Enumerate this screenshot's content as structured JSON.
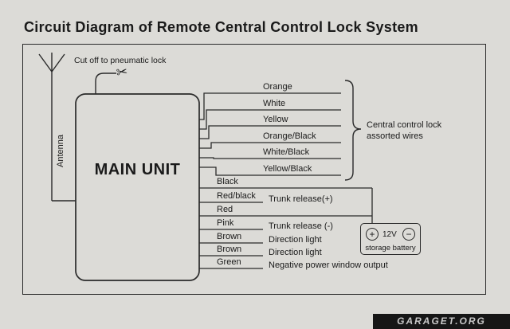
{
  "title": "Circuit Diagram of Remote Central Control Lock System",
  "main_unit": {
    "label": "MAIN UNIT"
  },
  "antenna": {
    "label": "Antenna"
  },
  "pneumatic": {
    "label": "Cut off to pneumatic lock",
    "scissors_icon": "✂"
  },
  "lock_wires": {
    "labels": [
      "Orange",
      "White",
      "Yellow",
      "Orange/Black",
      "White/Black",
      "Yellow/Black"
    ],
    "brace_line1": "Central control lock",
    "brace_line2": "assorted wires"
  },
  "output_wires": [
    {
      "label": "Black"
    },
    {
      "label": "Red/black",
      "annotation": "Trunk release(+)"
    },
    {
      "label": "Red"
    },
    {
      "label": "Pink",
      "annotation": "Trunk release (-)"
    },
    {
      "label": "Brown",
      "annotation": "Direction light"
    },
    {
      "label": "Brown",
      "annotation": "Direction light"
    },
    {
      "label": "Green",
      "annotation": "Negative power window output"
    }
  ],
  "battery": {
    "plus": "+",
    "minus": "−",
    "voltage": "12V",
    "label": "storage battery"
  },
  "watermark": "GARAGET.ORG",
  "colors": {
    "ink": "#2a2a2a",
    "paper": "#dcdbd7",
    "watermark_bg": "#161616"
  }
}
